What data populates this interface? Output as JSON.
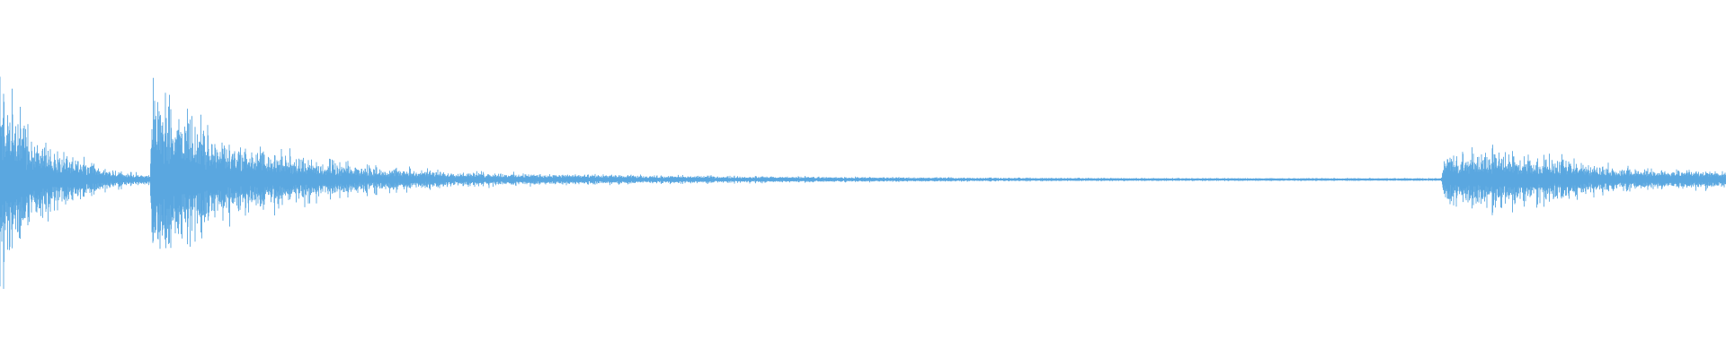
{
  "waveform": {
    "color": "#5aa7e0",
    "background": "#ffffff",
    "envelope": [
      [
        0.0,
        0.92
      ],
      [
        0.003,
        0.7
      ],
      [
        0.01,
        0.55
      ],
      [
        0.018,
        0.42
      ],
      [
        0.03,
        0.3
      ],
      [
        0.045,
        0.18
      ],
      [
        0.06,
        0.09
      ],
      [
        0.075,
        0.05
      ],
      [
        0.087,
        0.04
      ],
      [
        0.089,
        0.88
      ],
      [
        0.095,
        0.78
      ],
      [
        0.105,
        0.55
      ],
      [
        0.12,
        0.42
      ],
      [
        0.14,
        0.3
      ],
      [
        0.165,
        0.22
      ],
      [
        0.195,
        0.13
      ],
      [
        0.23,
        0.09
      ],
      [
        0.27,
        0.06
      ],
      [
        0.32,
        0.04
      ],
      [
        0.38,
        0.03
      ],
      [
        0.45,
        0.022
      ],
      [
        0.52,
        0.015
      ],
      [
        0.6,
        0.01
      ],
      [
        0.7,
        0.008
      ],
      [
        0.8,
        0.007
      ],
      [
        0.835,
        0.007
      ],
      [
        0.837,
        0.22
      ],
      [
        0.85,
        0.24
      ],
      [
        0.865,
        0.26
      ],
      [
        0.88,
        0.22
      ],
      [
        0.9,
        0.18
      ],
      [
        0.925,
        0.12
      ],
      [
        0.95,
        0.09
      ],
      [
        0.975,
        0.08
      ],
      [
        1.0,
        0.07
      ]
    ]
  }
}
